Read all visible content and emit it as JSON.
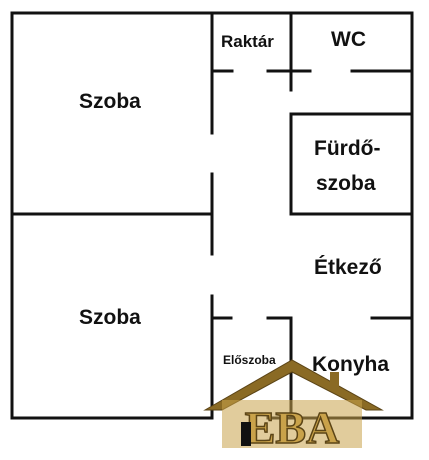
{
  "rooms": {
    "szoba_top": "Szoba",
    "raktar": "Raktár",
    "wc": "WC",
    "furdo_line1": "Fürdő-",
    "furdo_line2": "szoba",
    "szoba_bottom": "Szoba",
    "etkezo": "Étkező",
    "eloszoba": "Előszoba",
    "konyha": "Konyha"
  },
  "logo": {
    "text": "EBA",
    "colors": {
      "roof": "#8a6a24",
      "gold": "#c9a24a",
      "dark": "#5b4416"
    }
  },
  "colors": {
    "wall": "#111111",
    "background": "#ffffff"
  }
}
